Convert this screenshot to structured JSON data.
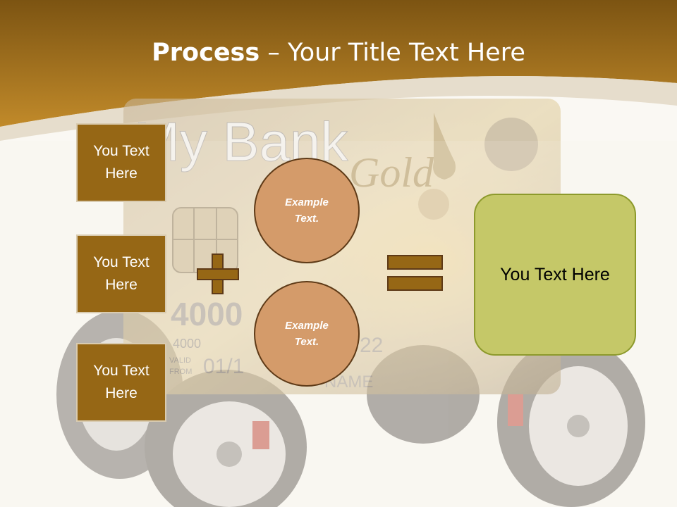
{
  "title": {
    "bold": "Process",
    "rest": " – Your Title Text Here"
  },
  "background": {
    "card_brand": "My Bank",
    "card_tier": "Gold",
    "card_number_large": "4000",
    "card_number_small": "4000",
    "card_expiry": "01/1",
    "card_valid_label": "VALID",
    "card_from_label": "FROM",
    "card_name": "NAME",
    "card_digits": "22"
  },
  "left_boxes": [
    {
      "text": "You Text Here"
    },
    {
      "text": "You Text Here"
    },
    {
      "text": "You Text Here"
    }
  ],
  "circles": [
    {
      "text": "Example Text."
    },
    {
      "text": "Example Text."
    }
  ],
  "result": {
    "text": "You Text Here"
  },
  "colors": {
    "header_brown": "#9b6c1d",
    "box_fill": "#966715",
    "circle_fill": "#d49b6a",
    "result_fill": "#c5c868",
    "result_border": "#8d9a2c"
  }
}
